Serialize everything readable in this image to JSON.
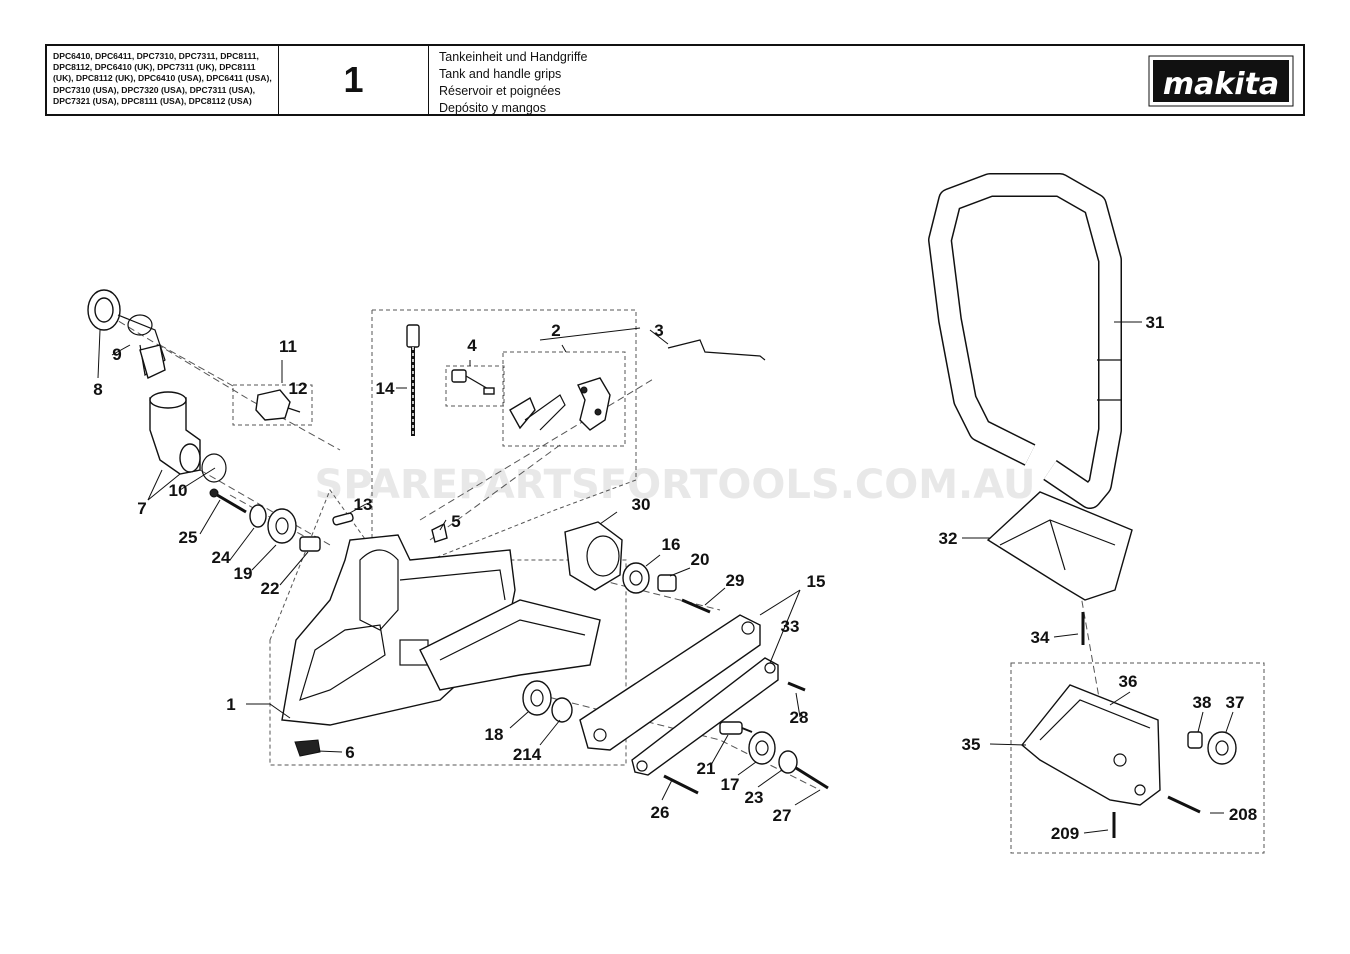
{
  "header": {
    "models": [
      "DPC6410, DPC6411, DPC7310, DPC7311, DPC8111,",
      "DPC8112, DPC6410 (UK), DPC7311 (UK), DPC8111",
      "(UK), DPC8112 (UK), DPC6410 (USA), DPC6411 (USA),",
      "DPC7310 (USA), DPC7320 (USA), DPC7311 (USA),",
      "DPC7321 (USA), DPC8111 (USA), DPC8112 (USA)"
    ],
    "page_number": "1",
    "titles": [
      "Tankeinheit und Handgriffe",
      "Tank and handle grips",
      "Réservoir et poignées",
      "Depósito y mangos"
    ],
    "brand": "makita"
  },
  "watermark": "SPAREPARTSFORTOOLS.COM.AU",
  "callouts": {
    "c1": "1",
    "c2": "2",
    "c3": "3",
    "c4": "4",
    "c5": "5",
    "c6": "6",
    "c7": "7",
    "c8": "8",
    "c9": "9",
    "c10": "10",
    "c11": "11",
    "c12": "12",
    "c13": "13",
    "c14": "14",
    "c15": "15",
    "c16": "16",
    "c17": "17",
    "c18": "18",
    "c19": "19",
    "c20": "20",
    "c21": "21",
    "c22": "22",
    "c23": "23",
    "c24": "24",
    "c25": "25",
    "c26": "26",
    "c27": "27",
    "c28": "28",
    "c29": "29",
    "c30": "30",
    "c31": "31",
    "c32": "32",
    "c33": "33",
    "c34": "34",
    "c35": "35",
    "c36": "36",
    "c37": "37",
    "c38": "38",
    "c208": "208",
    "c209": "209",
    "c214": "214"
  },
  "colors": {
    "line": "#111111",
    "watermark": "#e8e8e8",
    "background": "#ffffff"
  }
}
